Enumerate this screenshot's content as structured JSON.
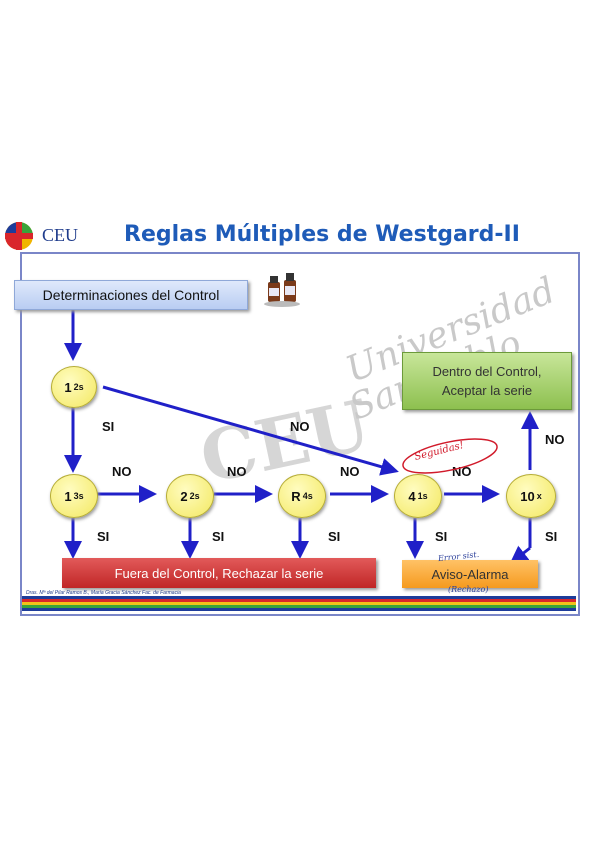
{
  "header": {
    "logo_text": "CEU",
    "title": "Reglas Múltiples de Westgard-II"
  },
  "watermark": {
    "brand": "CEU",
    "line1": "Universidad",
    "line2": "San Pablo"
  },
  "diagram": {
    "start_box": "Determinaciones del Control",
    "nodes": [
      {
        "main": "1",
        "sub": "2s"
      },
      {
        "main": "1",
        "sub": "3s"
      },
      {
        "main": "2",
        "sub": "2s"
      },
      {
        "main": "R",
        "sub": "4s"
      },
      {
        "main": "4",
        "sub": "1s"
      },
      {
        "main": "10",
        "sub": "x"
      }
    ],
    "accept_box_line1": "Dentro del Control,",
    "accept_box_line2": "Aceptar la serie",
    "reject_box": "Fuera del Control, Rechazar la serie",
    "warning_box": "Aviso-Alarma",
    "yes": "SI",
    "no": "NO",
    "annotation_red": "Seguidas!",
    "annotation_blue_top": "Error sist.",
    "annotation_blue_bottom": "(Rechazo)"
  },
  "footer": {
    "credit": "Dras. Mª del Pilar Ramos B., María Gracia Sánchez Fac. de Farmacia"
  },
  "colors": {
    "arrow": "#2020c8",
    "title": "#1e5bb8",
    "stripe1": "#1d3c9a",
    "stripe2": "#d9262b",
    "stripe3": "#f2c11a",
    "stripe4": "#3aa33a"
  }
}
